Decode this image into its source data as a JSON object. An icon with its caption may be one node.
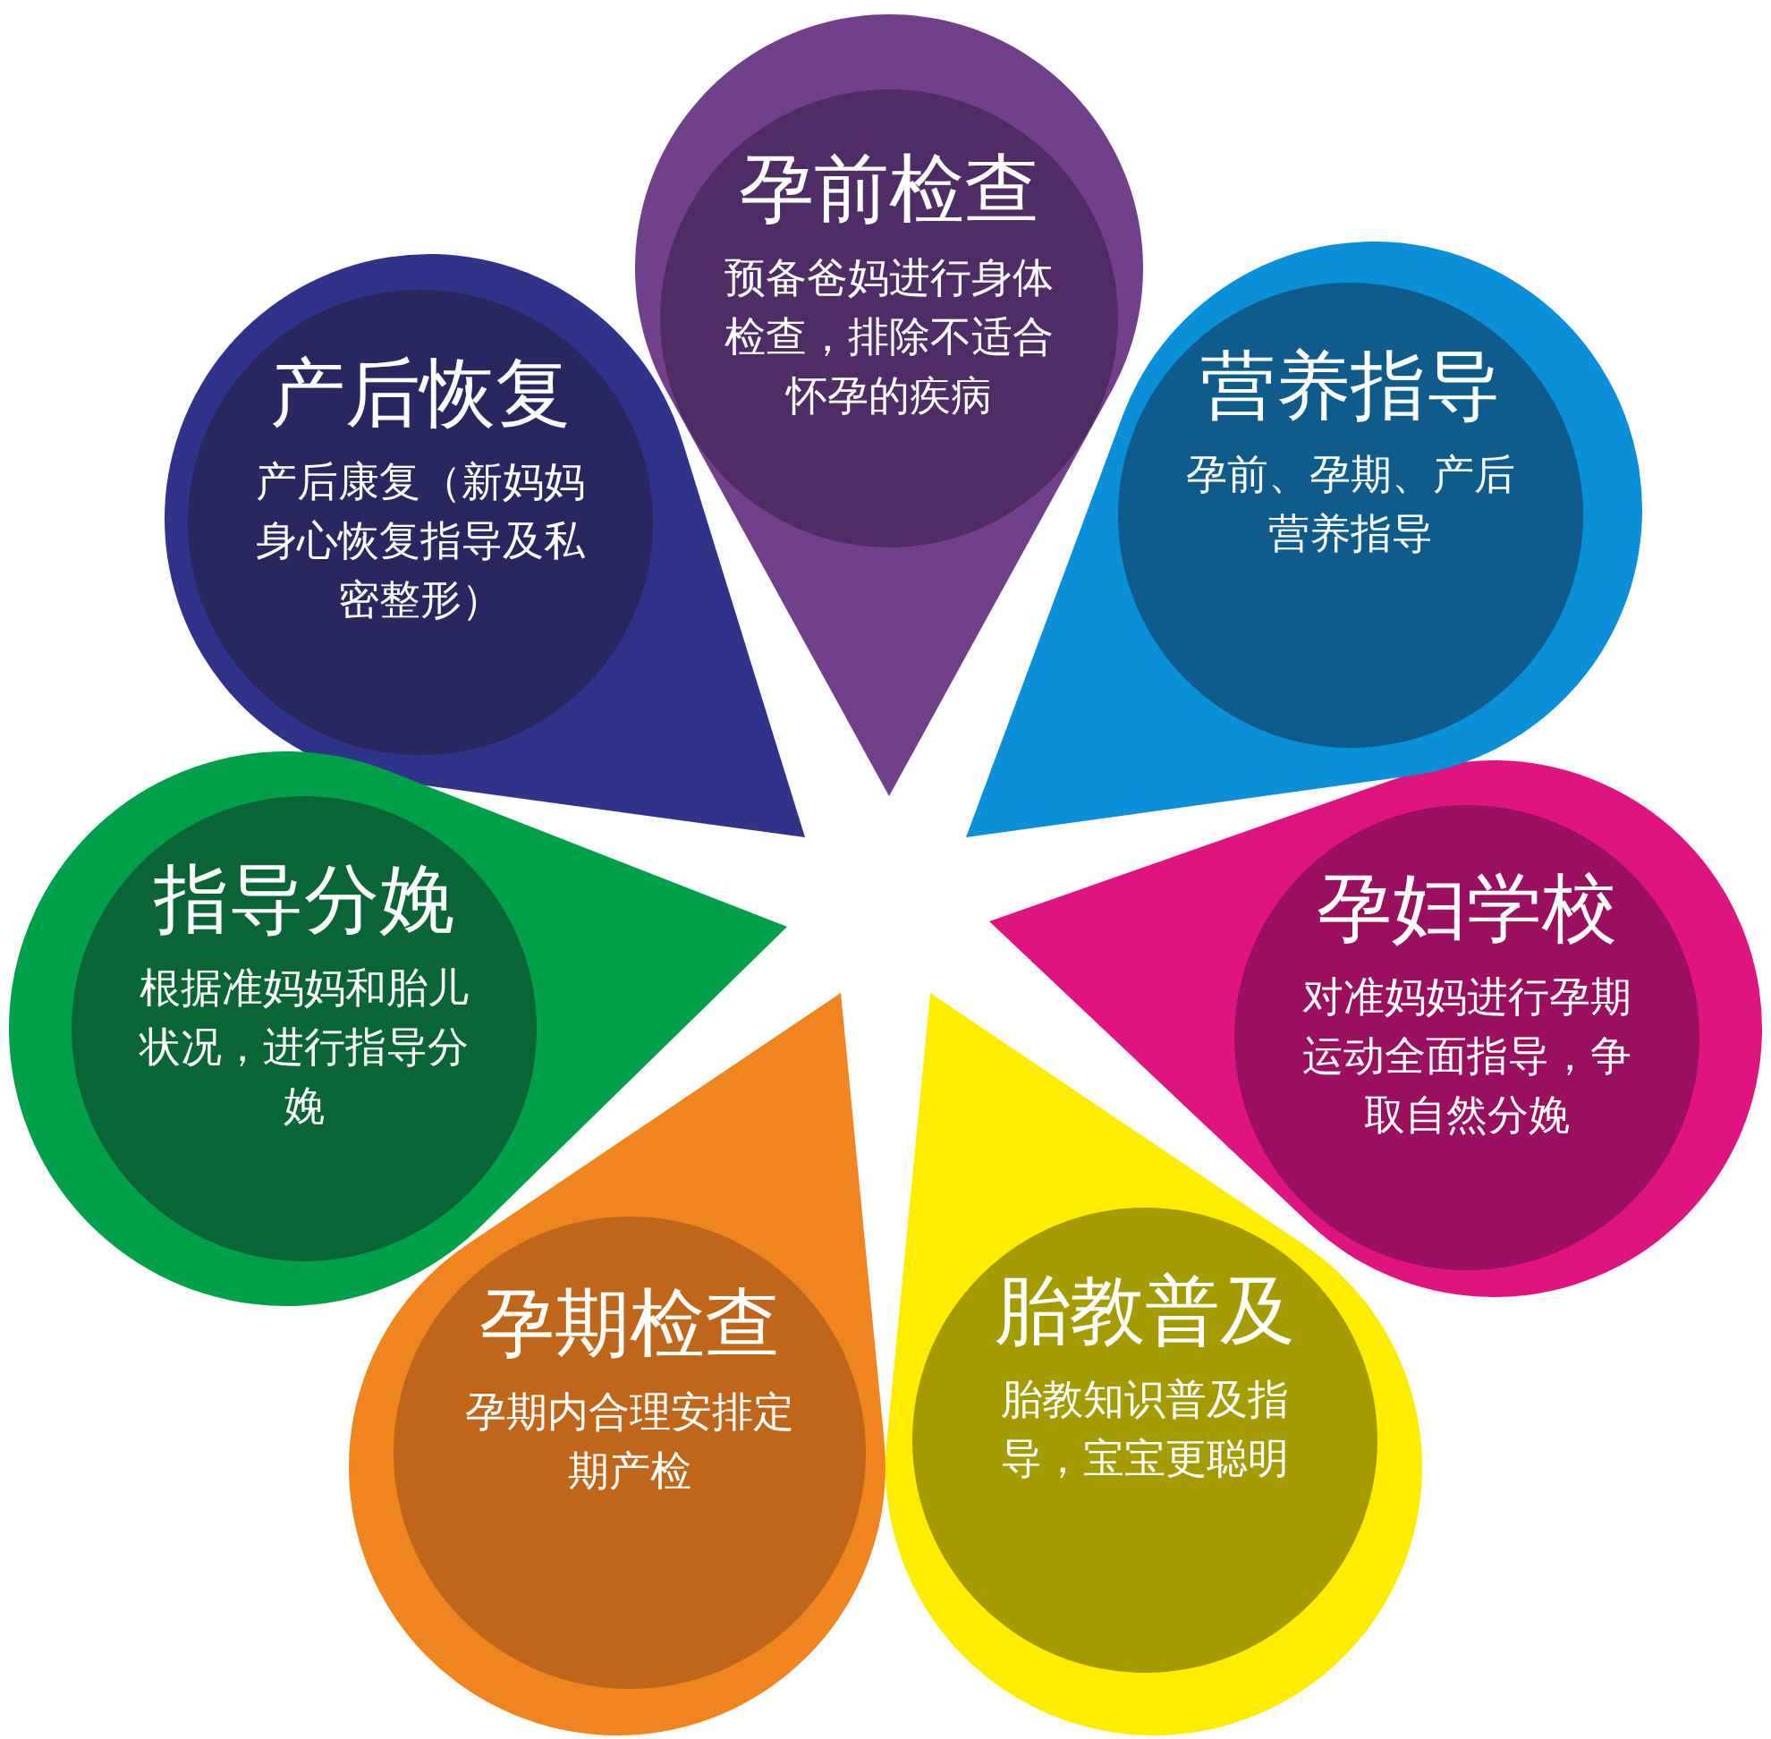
{
  "diagram": {
    "nodes": [
      {
        "text": [
          "孕前检查",
          "预备爸妈进行身体检查，排除不适合怀孕的疾病"
        ]
      },
      {
        "text": [
          "产后恢复",
          "产后康复（新妈妈身心恢复指导及私密整形）"
        ]
      },
      {
        "text": [
          "营养指导",
          "孕前、孕期、产后营养指导"
        ]
      },
      {
        "text": [
          "指导分娩",
          "根据准妈妈和胎儿状况，进行指导分娩"
        ]
      },
      {
        "text": [
          "孕妇学校",
          "对准妈妈进行孕期运动全面指导，争取自然分娩"
        ]
      },
      {
        "text": [
          "孕期检查",
          "孕期内合理安排定期产检"
        ]
      },
      {
        "text": [
          "胎教普及",
          "胎教知识普及指导，宝宝更聪明"
        ]
      }
    ]
  }
}
